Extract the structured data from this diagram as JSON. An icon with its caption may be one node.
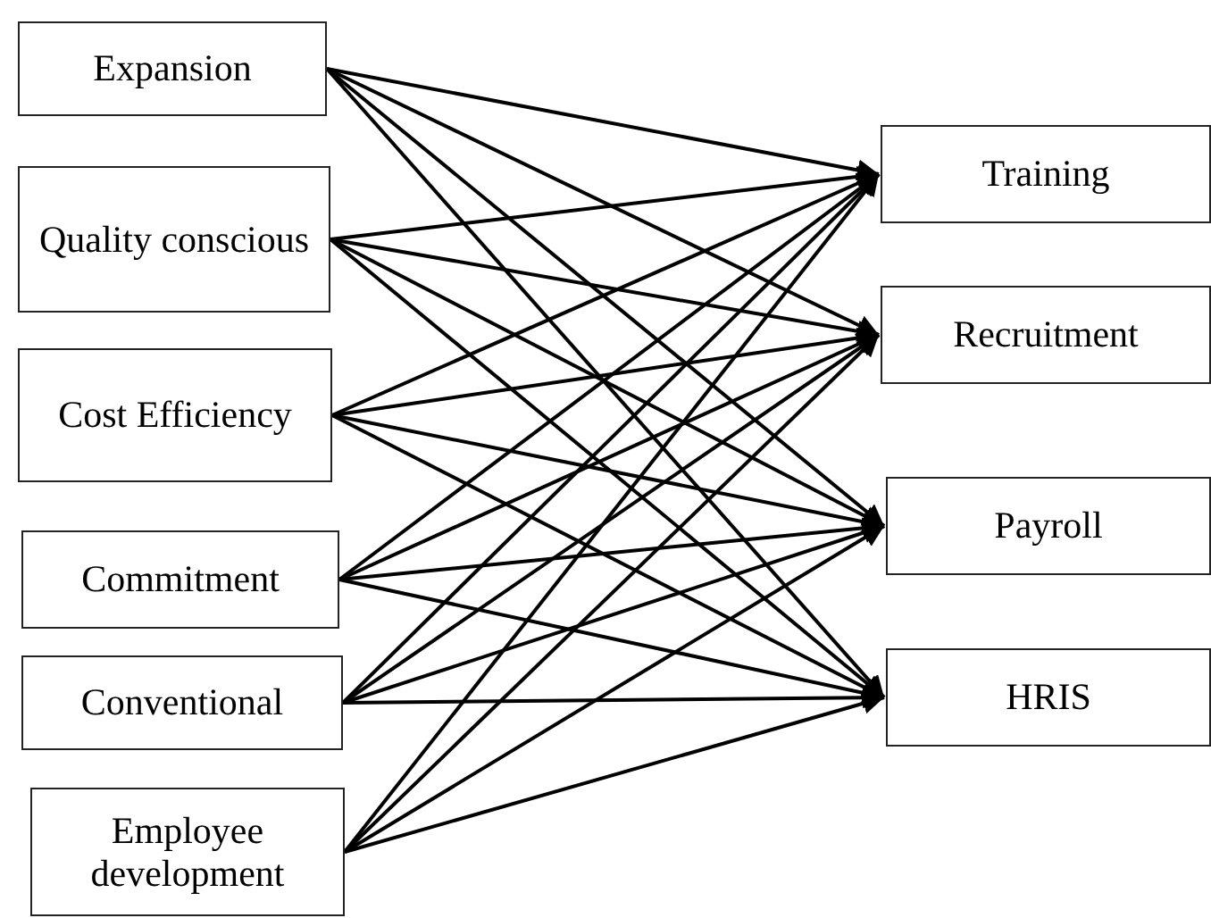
{
  "diagram": {
    "nodes": [
      {
        "text": [
          "Expansion"
        ]
      },
      {
        "text": [
          "Quality conscious"
        ]
      },
      {
        "text": [
          "Cost Efficiency"
        ]
      },
      {
        "text": [
          "Commitment"
        ]
      },
      {
        "text": [
          "Conventional"
        ]
      },
      {
        "text": [
          "Employee development"
        ]
      },
      {
        "text": [
          "Training"
        ]
      },
      {
        "text": [
          "Recruitment"
        ]
      },
      {
        "text": [
          "Payroll"
        ]
      },
      {
        "text": [
          "HRIS"
        ]
      }
    ],
    "edges": [
      {
        "from": 0,
        "to": 6,
        "arrow": "to"
      },
      {
        "from": 0,
        "to": 7,
        "arrow": "to"
      },
      {
        "from": 0,
        "to": 8,
        "arrow": "to"
      },
      {
        "from": 0,
        "to": 9,
        "arrow": "to"
      },
      {
        "from": 1,
        "to": 6,
        "arrow": "to"
      },
      {
        "from": 1,
        "to": 7,
        "arrow": "to"
      },
      {
        "from": 1,
        "to": 8,
        "arrow": "to"
      },
      {
        "from": 1,
        "to": 9,
        "arrow": "to"
      },
      {
        "from": 2,
        "to": 6,
        "arrow": "to"
      },
      {
        "from": 2,
        "to": 7,
        "arrow": "to"
      },
      {
        "from": 2,
        "to": 8,
        "arrow": "to"
      },
      {
        "from": 2,
        "to": 9,
        "arrow": "to"
      },
      {
        "from": 3,
        "to": 6,
        "arrow": "to"
      },
      {
        "from": 3,
        "to": 7,
        "arrow": "to"
      },
      {
        "from": 3,
        "to": 8,
        "arrow": "to"
      },
      {
        "from": 3,
        "to": 9,
        "arrow": "to"
      },
      {
        "from": 4,
        "to": 6,
        "arrow": "to"
      },
      {
        "from": 4,
        "to": 7,
        "arrow": "to"
      },
      {
        "from": 4,
        "to": 8,
        "arrow": "to"
      },
      {
        "from": 4,
        "to": 9,
        "arrow": "to"
      },
      {
        "from": 5,
        "to": 6,
        "arrow": "to"
      },
      {
        "from": 5,
        "to": 7,
        "arrow": "to"
      },
      {
        "from": 5,
        "to": 8,
        "arrow": "to"
      },
      {
        "from": 5,
        "to": 9,
        "arrow": "to"
      }
    ]
  }
}
